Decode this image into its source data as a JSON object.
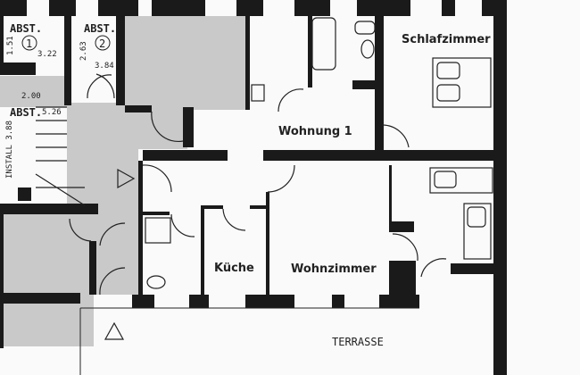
{
  "rooms": {
    "schlafzimmer": "Schlafzimmer",
    "wohnung": "Wohnung 1",
    "kueche": "Küche",
    "wohnzimmer": "Wohnzimmer",
    "terrasse": "TERRASSE"
  },
  "storage": [
    {
      "label": "ABST.",
      "number": "1",
      "width": "1.51",
      "area": "3.22"
    },
    {
      "label": "ABST.",
      "number": "2",
      "width": "2.63",
      "area": "3.84"
    },
    {
      "label": "ABST.",
      "area": "5.26",
      "length": "2.00"
    }
  ],
  "install": "INSTALL 3.88",
  "colors": {
    "wall": "#1a1a1a",
    "shared_area": "#c9c9c9",
    "background": "#fafafa"
  }
}
